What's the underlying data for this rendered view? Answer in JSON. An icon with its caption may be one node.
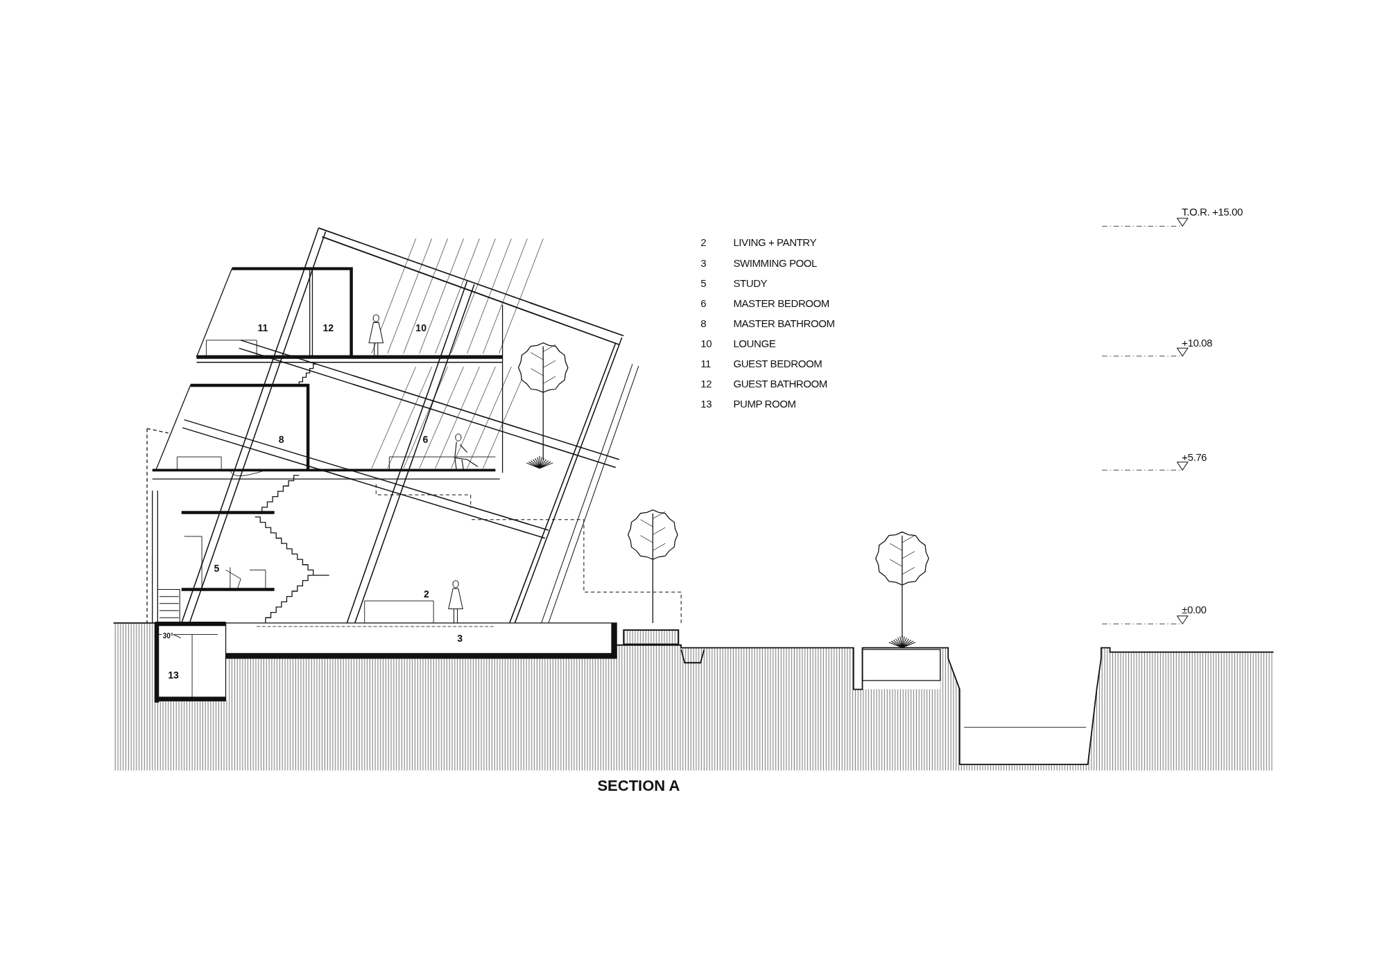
{
  "diagram": {
    "caption": "SECTION A",
    "labels": [
      "T.O.R. +15.00",
      "2",
      "LIVING + PANTRY",
      "3",
      "SWIMMING POOL",
      "5",
      "STUDY",
      "6",
      "MASTER BEDROOM",
      "8",
      "MASTER BATHROOM",
      "10",
      "LOUNGE",
      "11",
      "GUEST BEDROOM",
      "12",
      "GUEST BATHROOM",
      "13",
      "PUMP ROOM",
      "11",
      "12",
      "10",
      "+10.08",
      "8",
      "6",
      "+5.76",
      "5",
      "2",
      "±0.00",
      "30°",
      "3",
      "13"
    ]
  }
}
